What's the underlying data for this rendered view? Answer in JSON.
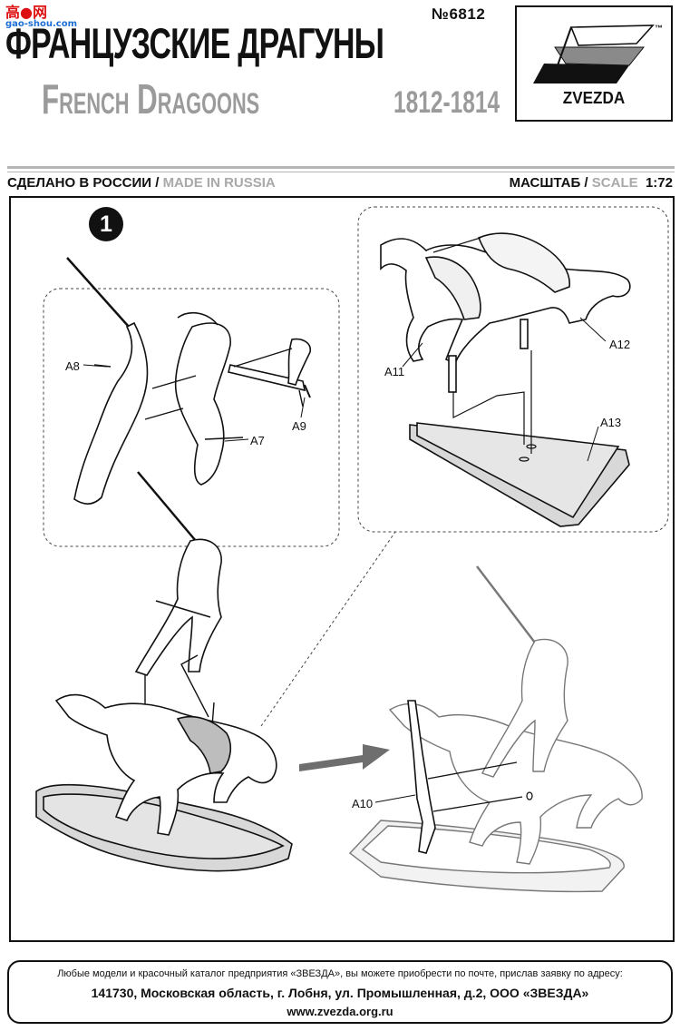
{
  "watermark": {
    "line1": "高●网",
    "line2": "gao-shou.com"
  },
  "header": {
    "catalog_number": "№6812",
    "title_ru": "ФРАНЦУЗСКИЕ ДРАГУНЫ",
    "title_en": "French Dragoons",
    "years": "1812-1814",
    "logo_text": "ZVEZDA",
    "logo_tm": "™"
  },
  "subheader": {
    "made_ru": "СДЕЛАНО В РОССИИ / ",
    "made_en": "MADE IN RUSSIA",
    "scale_ru": "МАСШТАБ / ",
    "scale_en": "SCALE",
    "scale_value": "1:72"
  },
  "instructions": {
    "step_number": "1",
    "part_labels": {
      "a8": "A8",
      "a7": "A7",
      "a9": "A9",
      "a11": "A11",
      "a12": "A12",
      "a13": "A13",
      "a10": "A10"
    }
  },
  "footer": {
    "line1": "Любые модели и красочный каталог предприятия «ЗВЕЗДА», вы можете приобрести по почте, прислав заявку по адресу:",
    "line2": "141730, Московская область, г. Лобня, ул. Промышленная, д.2, ООО «ЗВЕЗДА»",
    "line3": "www.zvezda.org.ru"
  },
  "colors": {
    "grey_text": "#9b9b9b",
    "rule": "#b5b5b5",
    "base_fill": "#d8d8d8",
    "ink": "#111111"
  }
}
